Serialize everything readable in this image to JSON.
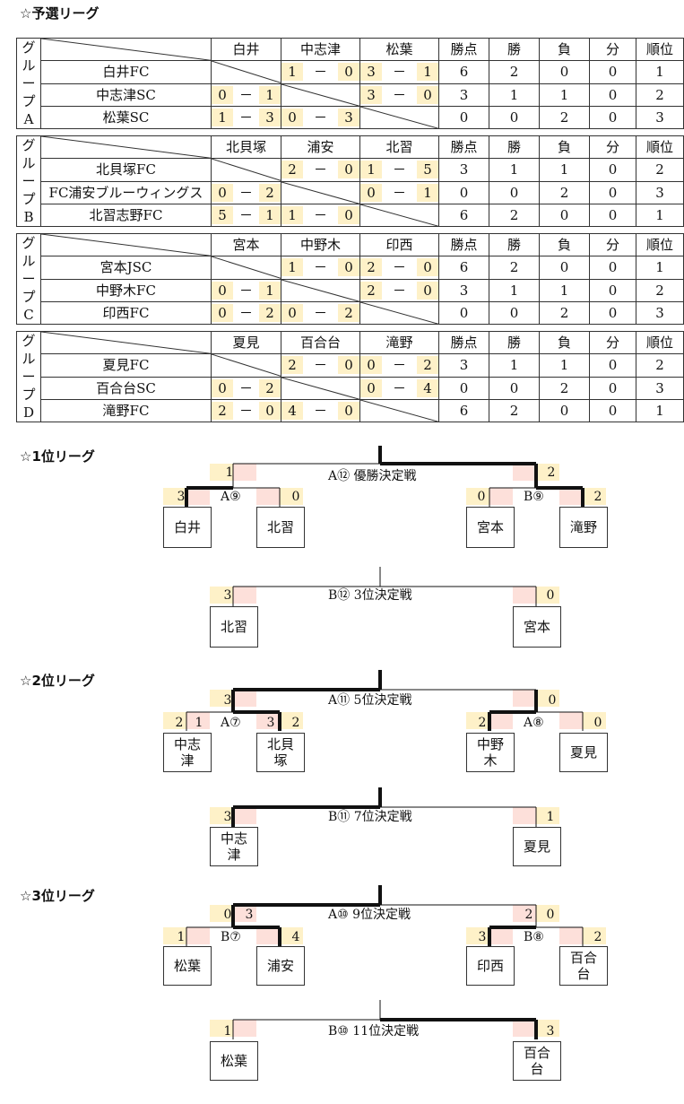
{
  "headings": {
    "qualifier": "☆予選リーグ",
    "first": "☆1位リーグ",
    "second": "☆2位リーグ",
    "third": "☆3位リーグ"
  },
  "columns": {
    "points": "勝点",
    "wins": "勝",
    "losses": "負",
    "draws": "分",
    "rank": "順位"
  },
  "groups": [
    {
      "label": [
        "グ",
        "ル",
        "ー",
        "プ",
        "A"
      ],
      "short": [
        "白井",
        "中志津",
        "松葉"
      ],
      "rows": [
        {
          "team": "白井FC",
          "scores": [
            null,
            [
              "1",
              "0"
            ],
            [
              "3",
              "1"
            ]
          ],
          "pts": "6",
          "w": "2",
          "l": "0",
          "d": "0",
          "rank": "1"
        },
        {
          "team": "中志津SC",
          "scores": [
            [
              "0",
              "1"
            ],
            null,
            [
              "3",
              "0"
            ]
          ],
          "pts": "3",
          "w": "1",
          "l": "1",
          "d": "0",
          "rank": "2"
        },
        {
          "team": "松葉SC",
          "scores": [
            [
              "1",
              "3"
            ],
            [
              "0",
              "3"
            ],
            null
          ],
          "pts": "0",
          "w": "0",
          "l": "2",
          "d": "0",
          "rank": "3"
        }
      ]
    },
    {
      "label": [
        "グ",
        "ル",
        "ー",
        "プ",
        "B"
      ],
      "short": [
        "北貝塚",
        "浦安",
        "北習"
      ],
      "rows": [
        {
          "team": "北貝塚FC",
          "scores": [
            null,
            [
              "2",
              "0"
            ],
            [
              "1",
              "5"
            ]
          ],
          "pts": "3",
          "w": "1",
          "l": "1",
          "d": "0",
          "rank": "2"
        },
        {
          "team": "FC浦安ブルーウィングス",
          "scores": [
            [
              "0",
              "2"
            ],
            null,
            [
              "0",
              "1"
            ]
          ],
          "pts": "0",
          "w": "0",
          "l": "2",
          "d": "0",
          "rank": "3"
        },
        {
          "team": "北習志野FC",
          "scores": [
            [
              "5",
              "1"
            ],
            [
              "1",
              "0"
            ],
            null
          ],
          "pts": "6",
          "w": "2",
          "l": "0",
          "d": "0",
          "rank": "1"
        }
      ]
    },
    {
      "label": [
        "グ",
        "ル",
        "ー",
        "プ",
        "C"
      ],
      "short": [
        "宮本",
        "中野木",
        "印西"
      ],
      "rows": [
        {
          "team": "宮本JSC",
          "scores": [
            null,
            [
              "1",
              "0"
            ],
            [
              "2",
              "0"
            ]
          ],
          "pts": "6",
          "w": "2",
          "l": "0",
          "d": "0",
          "rank": "1"
        },
        {
          "team": "中野木FC",
          "scores": [
            [
              "0",
              "1"
            ],
            null,
            [
              "2",
              "0"
            ]
          ],
          "pts": "3",
          "w": "1",
          "l": "1",
          "d": "0",
          "rank": "2"
        },
        {
          "team": "印西FC",
          "scores": [
            [
              "0",
              "2"
            ],
            [
              "0",
              "2"
            ],
            null
          ],
          "pts": "0",
          "w": "0",
          "l": "2",
          "d": "0",
          "rank": "3"
        }
      ]
    },
    {
      "label": [
        "グ",
        "ル",
        "ー",
        "プ",
        "D"
      ],
      "short": [
        "夏見",
        "百合台",
        "滝野"
      ],
      "rows": [
        {
          "team": "夏見FC",
          "scores": [
            null,
            [
              "2",
              "0"
            ],
            [
              "0",
              "2"
            ]
          ],
          "pts": "3",
          "w": "1",
          "l": "1",
          "d": "0",
          "rank": "2"
        },
        {
          "team": "百合台SC",
          "scores": [
            [
              "0",
              "2"
            ],
            null,
            [
              "0",
              "4"
            ]
          ],
          "pts": "0",
          "w": "0",
          "l": "2",
          "d": "0",
          "rank": "3"
        },
        {
          "team": "滝野FC",
          "scores": [
            [
              "2",
              "0"
            ],
            [
              "4",
              "0"
            ],
            null
          ],
          "pts": "6",
          "w": "2",
          "l": "0",
          "d": "0",
          "rank": "1"
        }
      ]
    }
  ],
  "brackets": {
    "first_final": {
      "title": "A⑫ 優勝決定戦",
      "left": {
        "label": "A⑨",
        "team1": "白井",
        "team2": "北習",
        "s1": "3",
        "s2": "0",
        "total": "1"
      },
      "right": {
        "label": "B⑨",
        "team1": "宮本",
        "team2": "滝野",
        "s1": "0",
        "s2": "2",
        "total": "2"
      }
    },
    "first_third": {
      "title": "B⑫ 3位決定戦",
      "team1": "北習",
      "team2": "宮本",
      "s1": "3",
      "s2": "0"
    },
    "second_fifth": {
      "title": "A⑪ 5位決定戦",
      "left": {
        "label": "A⑦",
        "team1": "中志津",
        "team2": "北貝塚",
        "s1a": "2",
        "s1b": "1",
        "s2a": "3",
        "s2b": "2",
        "total": "3"
      },
      "right": {
        "label": "A⑧",
        "team1": "中野木",
        "team2": "夏見",
        "s1": "2",
        "s2": "0",
        "total": "0"
      }
    },
    "second_seventh": {
      "title": "B⑪ 7位決定戦",
      "team1": "中志津",
      "team2": "夏見",
      "s1": "3",
      "s2": "1"
    },
    "third_ninth": {
      "title": "A⑩ 9位決定戦",
      "left": {
        "label": "B⑦",
        "team1": "松葉",
        "team2": "浦安",
        "s1": "1",
        "s2": "4",
        "total_a": "0",
        "total_b": "3"
      },
      "right": {
        "label": "B⑧",
        "team1": "印西",
        "team2": "百合台",
        "s1": "3",
        "s2": "2",
        "total_a": "2",
        "total_b": "0"
      }
    },
    "third_eleventh": {
      "title": "B⑩ 11位決定戦",
      "team1": "松葉",
      "team2": "百合台",
      "s1": "1",
      "s2": "3"
    }
  }
}
